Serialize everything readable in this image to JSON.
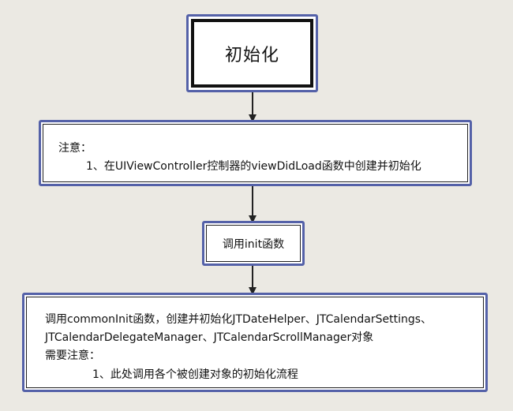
{
  "nodes": {
    "init": {
      "label": "初始化"
    },
    "note": {
      "title": "注意：",
      "item": "1、在UIViewController控制器的viewDidLoad函数中创建并初始化"
    },
    "call_init": {
      "label": "调用init函数"
    },
    "common_init": {
      "line1": "调用commonInit函数，创建并初始化JTDateHelper、JTCalendarSettings、",
      "line2": "JTCalendarDelegateManager、JTCalendarScrollManager对象",
      "line3": "需要注意：",
      "line4": "1、此处调用各个被创建对象的初始化流程"
    }
  },
  "colors": {
    "background": "#ebe9e3",
    "box_border": "#5461a8",
    "arrow": "#222222"
  }
}
